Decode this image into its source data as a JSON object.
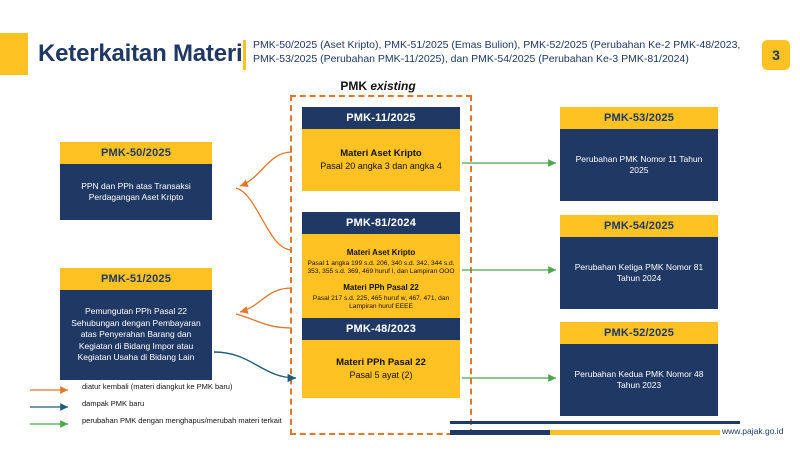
{
  "header": {
    "title": "Keterkaitan Materi",
    "subtitle": "PMK-50/2025 (Aset Kripto), PMK-51/2025 (Emas Bulion), PMK-52/2025 (Perubahan Ke-2 PMK-48/2023, PMK-53/2025 (Perubahan PMK-11/2025), dan PMK-54/2025 (Perubahan Ke-3 PMK-81/2024)",
    "page_number": "3"
  },
  "group": {
    "existing_label_prefix": "PMK ",
    "existing_label_em": "existing"
  },
  "left_column": [
    {
      "code": "PMK-50/2025",
      "body": "PPN dan PPh atas Transaksi Perdagangan Aset Kripto"
    },
    {
      "code": "PMK-51/2025",
      "body": "Pemungutan PPh Pasal 22 Sehubungan dengan Pembayaran atas Penyerahan Barang dan Kegiatan di Bidang Impor atau Kegiatan Usaha di Bidang Lain"
    }
  ],
  "center_column": [
    {
      "code": "PMK-11/2025",
      "title": "Materi Aset Kripto",
      "detail": "Pasal 20 angka 3 dan angka 4"
    },
    {
      "code": "PMK-81/2024",
      "section1_title": "Materi Aset Kripto",
      "section1_detail": "Pasal 1 angka 199 s.d. 206, 340 s.d. 342, 344 s.d. 353, 355 s.d. 369, 469 huruf l, dan Lampiran OOO",
      "section2_title": "Materi PPh Pasal 22",
      "section2_detail": "Pasal 217 s.d. 225, 465 huruf w, 467, 471, dan Lampiran huruf EEEE"
    },
    {
      "code": "PMK-48/2023",
      "title": "Materi PPh Pasal 22",
      "detail": "Pasal 5 ayat (2)"
    }
  ],
  "right_column": [
    {
      "code": "PMK-53/2025",
      "body": "Perubahan PMK Nomor 11 Tahun 2025"
    },
    {
      "code": "PMK-54/2025",
      "body": "Perubahan Ketiga PMK Nomor 81 Tahun 2024"
    },
    {
      "code": "PMK-52/2025",
      "body": "Perubahan Kedua PMK Nomor 48 Tahun 2023"
    }
  ],
  "legend": [
    {
      "label": "diatur kembali (materi diangkut ke PMK baru)",
      "color": "#E2762A"
    },
    {
      "label": "dampak PMK baru",
      "color": "#1F5C7A"
    },
    {
      "label": "perubahan PMK dengan menghapus/merubah materi terkait",
      "color": "#4CA64C"
    }
  ],
  "footer": {
    "url": "www.pajak.go.id"
  },
  "colors": {
    "navy": "#1F3864",
    "yellow": "#FFC222",
    "orange": "#E2762A",
    "blue": "#1F5C7A",
    "green": "#4CA64C"
  }
}
